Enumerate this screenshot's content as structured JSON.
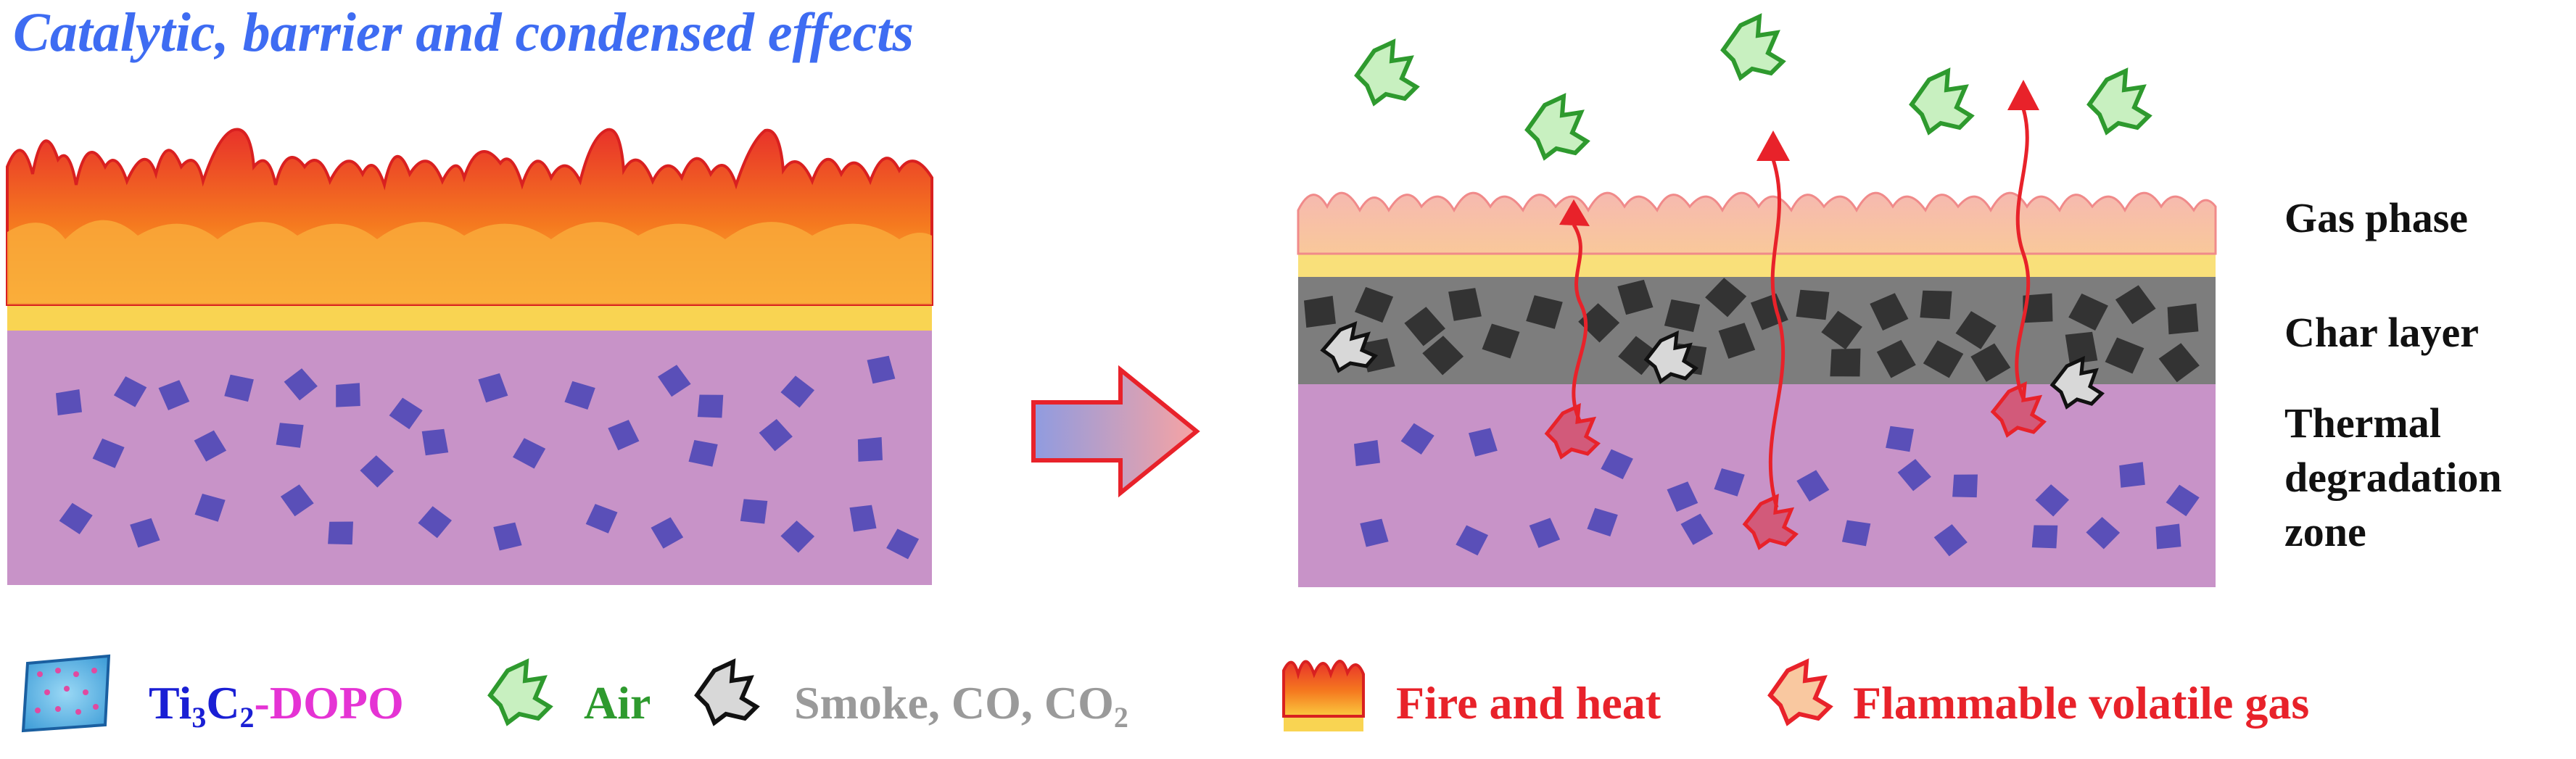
{
  "title": "Catalytic, barrier and condensed effects",
  "labels": {
    "gas_phase": "Gas phase",
    "char_layer": "Char layer",
    "thermal_line1": "Thermal",
    "thermal_line2": "degradation",
    "thermal_line3": "zone"
  },
  "legend": {
    "ti3c2_prefix": "Ti",
    "ti3c2_sub1": "3",
    "ti3c2_mid": "C",
    "ti3c2_sub2": "2",
    "ti3c2_suffix": "-",
    "dopo": "DOPO",
    "air": "Air",
    "smoke_prefix": "Smoke, CO, CO",
    "smoke_sub": "2",
    "fire": "Fire and heat",
    "flammable": "Flammable volatile gas"
  },
  "colors": {
    "title": "#3e6cf2",
    "matrix": "#c893c8",
    "particle": "#5a4fb8",
    "char": "#7d7d7d",
    "char_block": "#333333",
    "fire_dark": "#e8322a",
    "fire_mid": "#f57a1f",
    "fire_light": "#fbd245",
    "fire_base": "#f9e07a",
    "air": "#2e9a2e",
    "smoke": "#8f8f8f",
    "red": "#e8222a",
    "legend_ti": "#1a1fd4",
    "legend_dopo": "#e533d4"
  },
  "icons": [
    "ti3c2-dopo-icon",
    "air-icon",
    "smoke-icon",
    "fire-icon",
    "flammable-gas-icon",
    "arrow-right-icon"
  ]
}
